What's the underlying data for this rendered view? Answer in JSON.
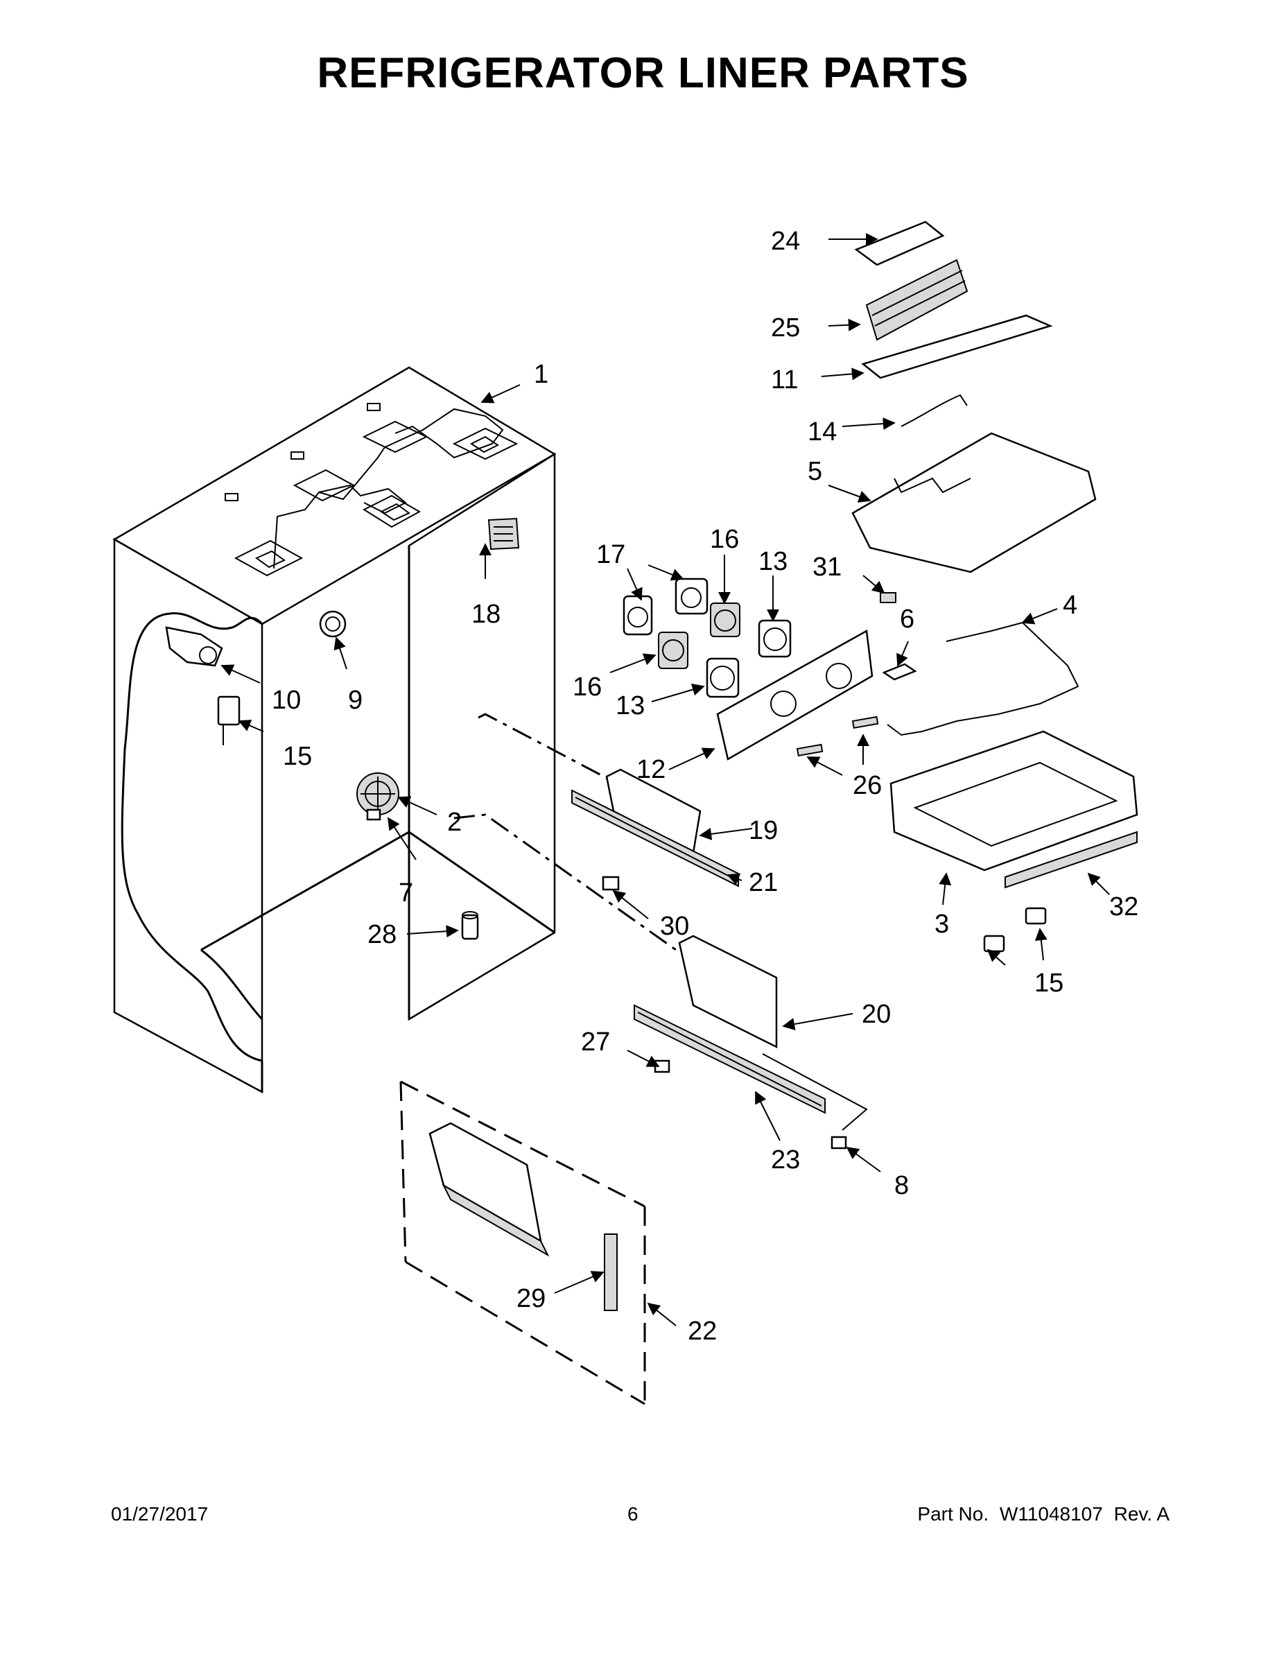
{
  "page": {
    "title": "REFRIGERATOR LINER PARTS",
    "footer": {
      "date": "01/27/2017",
      "page_number": "6",
      "part_label": "Part No.",
      "part_number": "W11048107",
      "revision": "Rev. A"
    }
  },
  "callouts": {
    "c1": "1",
    "c2": "2",
    "c3": "3",
    "c4": "4",
    "c5": "5",
    "c6": "6",
    "c7": "7",
    "c8": "8",
    "c9": "9",
    "c10": "10",
    "c11": "11",
    "c12": "12",
    "c13a": "13",
    "c13b": "13",
    "c14": "14",
    "c15a": "15",
    "c15b": "15",
    "c16a": "16",
    "c16b": "16",
    "c17": "17",
    "c18": "18",
    "c19": "19",
    "c20": "20",
    "c21": "21",
    "c22": "22",
    "c23": "23",
    "c24": "24",
    "c25": "25",
    "c26": "26",
    "c27": "27",
    "c28": "28",
    "c29": "29",
    "c30": "30",
    "c31": "31",
    "c32": "32"
  }
}
